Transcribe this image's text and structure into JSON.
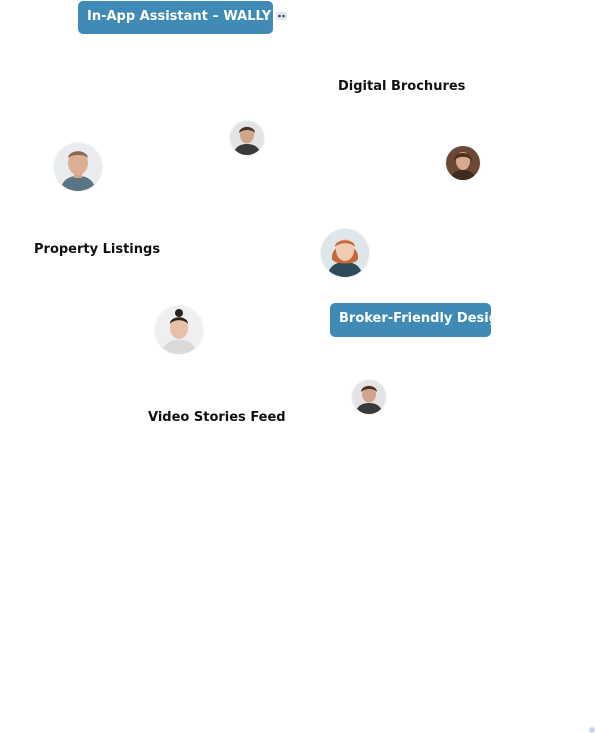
{
  "feature_pills": {
    "assistant": "In-App Assistant – WALLY",
    "broker": "Broker-Friendly Design"
  },
  "feature_labels": {
    "brochures": "Digital Brochures",
    "listings": "Property Listings",
    "video": "Video Stories Feed"
  },
  "icons": {
    "assistant_badge": "robot-icon"
  },
  "colors": {
    "pill_bg": "#3f8bb5",
    "pill_text": "#ffffff",
    "label_text": "#111111",
    "indicator_dot": "#c9d4f2"
  }
}
